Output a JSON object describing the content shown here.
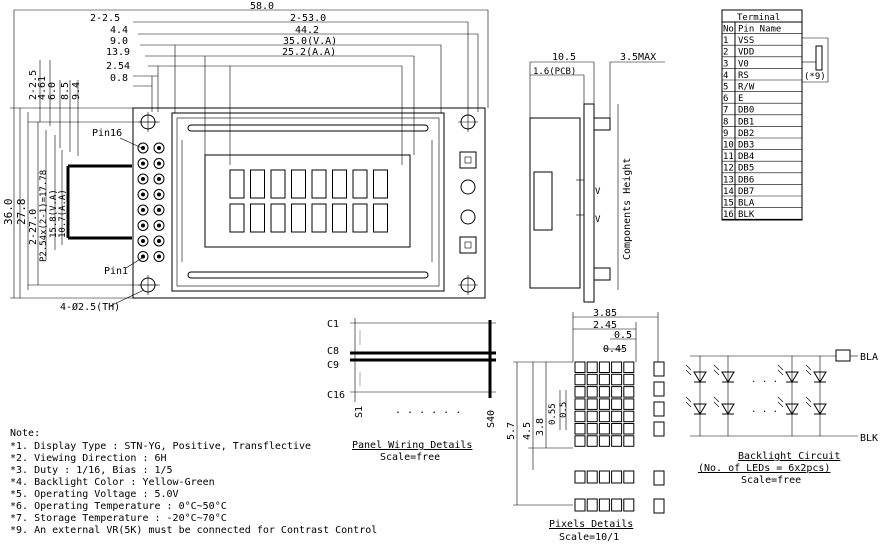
{
  "front_view": {
    "dims_top": [
      "2-2.5",
      "58.0",
      "2-53.0",
      "4.4",
      "44.2",
      "9.0",
      "35.0(V.A)",
      "13.9",
      "25.2(A.A)",
      "2.54",
      "0.8"
    ],
    "dims_left_vertical": [
      "2-2.5",
      "4.61",
      "6.0",
      "8.5",
      "9.4",
      "36.0",
      "27.8",
      "2-27.0",
      "P2.54x(2-1)=17.78",
      "15.8(V.A)",
      "10.7(A.A)"
    ],
    "pin16_label": "Pin16",
    "pin1_label": "Pin1",
    "holes_label": "4-Ø2.5(TH)"
  },
  "side_view": {
    "dim_width": "10.5",
    "dim_pcb": "1.6(PCB)",
    "dim_max": "3.5MAX",
    "components_height": "Components Height"
  },
  "terminal": {
    "title": "Terminal",
    "col_no": "No",
    "col_name": "Pin Name",
    "rows": [
      {
        "no": "1",
        "name": "VSS"
      },
      {
        "no": "2",
        "name": "VDD"
      },
      {
        "no": "3",
        "name": "V0"
      },
      {
        "no": "4",
        "name": "RS"
      },
      {
        "no": "5",
        "name": "R/W"
      },
      {
        "no": "6",
        "name": "E"
      },
      {
        "no": "7",
        "name": "DB0"
      },
      {
        "no": "8",
        "name": "DB1"
      },
      {
        "no": "9",
        "name": "DB2"
      },
      {
        "no": "10",
        "name": "DB3"
      },
      {
        "no": "11",
        "name": "DB4"
      },
      {
        "no": "12",
        "name": "DB5"
      },
      {
        "no": "13",
        "name": "DB6"
      },
      {
        "no": "14",
        "name": "DB7"
      },
      {
        "no": "15",
        "name": "BLA"
      },
      {
        "no": "16",
        "name": "BLK"
      }
    ],
    "note_ref": "(*9)"
  },
  "panel_wiring": {
    "c_labels": [
      "C1",
      "C8",
      "C9",
      "C16"
    ],
    "s_labels": [
      "S1",
      "S40"
    ],
    "title": "Panel Wiring Details",
    "scale": "Scale=free"
  },
  "pixels": {
    "dims_h": [
      "3.85",
      "2.45",
      "0.5",
      "0.45"
    ],
    "dims_v": [
      "5.7",
      "4.5",
      "3.8",
      "0.55",
      "0.5"
    ],
    "title": "Pixels Details",
    "scale": "Scale=10/1"
  },
  "backlight": {
    "bla": "BLA",
    "blk": "BLK",
    "title": "Backlight Circuit",
    "leds": "(No. of LEDs = 6x2pcs)",
    "scale": "Scale=free"
  },
  "notes": {
    "title": "Note:",
    "items": [
      "*1. Display Type : STN-YG, Positive, Transflective",
      "*2. Viewing Direction : 6H",
      "*3. Duty : 1/16, Bias : 1/5",
      "*4. Backlight Color : Yellow-Green",
      "*5. Operating Voltage : 5.0V",
      "*6. Operating Temperature : 0°C~50°C",
      "*7. Storage Temperature : -20°C~70°C",
      "*9. An external VR(5K) must be connected for Contrast Control"
    ]
  }
}
